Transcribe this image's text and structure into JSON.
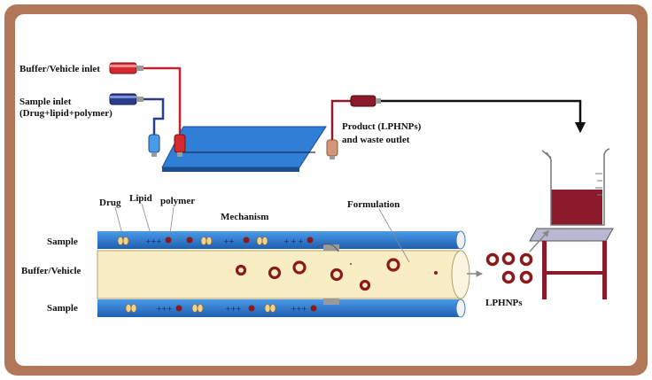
{
  "labels": {
    "buffer_inlet": "Buffer/Vehicle inlet",
    "sample_inlet": "Sample inlet",
    "sample_inlet_sub": "(Drug+lipid+polymer)",
    "product_outlet": "Product  (LPHNPs)",
    "product_outlet_sub": "and waste outlet",
    "drug": "Drug",
    "lipid": "Lipid",
    "polymer": "polymer",
    "mechanism": "Mechanism",
    "formulation": "Formulation",
    "sample_top": "Sample",
    "buffer_vehicle": "Buffer/Vehicle",
    "sample_bottom": "Sample",
    "lphnps": "LPHNPs"
  },
  "colors": {
    "frame_border": "#b07857",
    "frame_bg": "#ffffff",
    "buffer_tube": "#c8202a",
    "sample_tube": "#2a3c8c",
    "chip": "#2f7fd6",
    "channel_blue": "#2f7fd6",
    "channel_cream": "#f9edc4",
    "nanoparticle": "#8b1a1a",
    "beaker_liquid": "#8b1a2a",
    "stand": "#8b1a2a"
  },
  "icons": [
    "inlet-connector-icon",
    "microfluidic-chip-icon",
    "beaker-icon",
    "stand-icon",
    "nanoparticle-icon",
    "arrow-icon"
  ]
}
